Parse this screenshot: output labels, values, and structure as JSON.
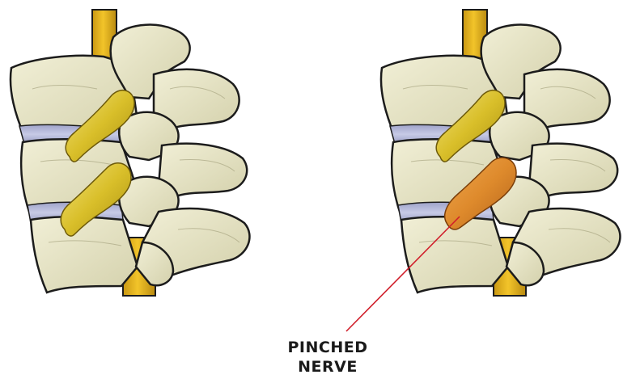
{
  "annotation": {
    "line1": "PINCHED",
    "line2": "NERVE"
  },
  "colors": {
    "bone": "#e8e5c6",
    "bone_shade": "#d2cfaa",
    "outline": "#1c1c1c",
    "disc": "#b4b8d8",
    "spinal_cord": "#e0b21a",
    "nerve": "#d9c02a",
    "pinched_nerve": "#de8a2c",
    "pointer_line": "#d01e2a"
  },
  "figures": [
    {
      "name": "healthy-spine-segment",
      "pinched": false
    },
    {
      "name": "pinched-spine-segment",
      "pinched": true
    }
  ]
}
